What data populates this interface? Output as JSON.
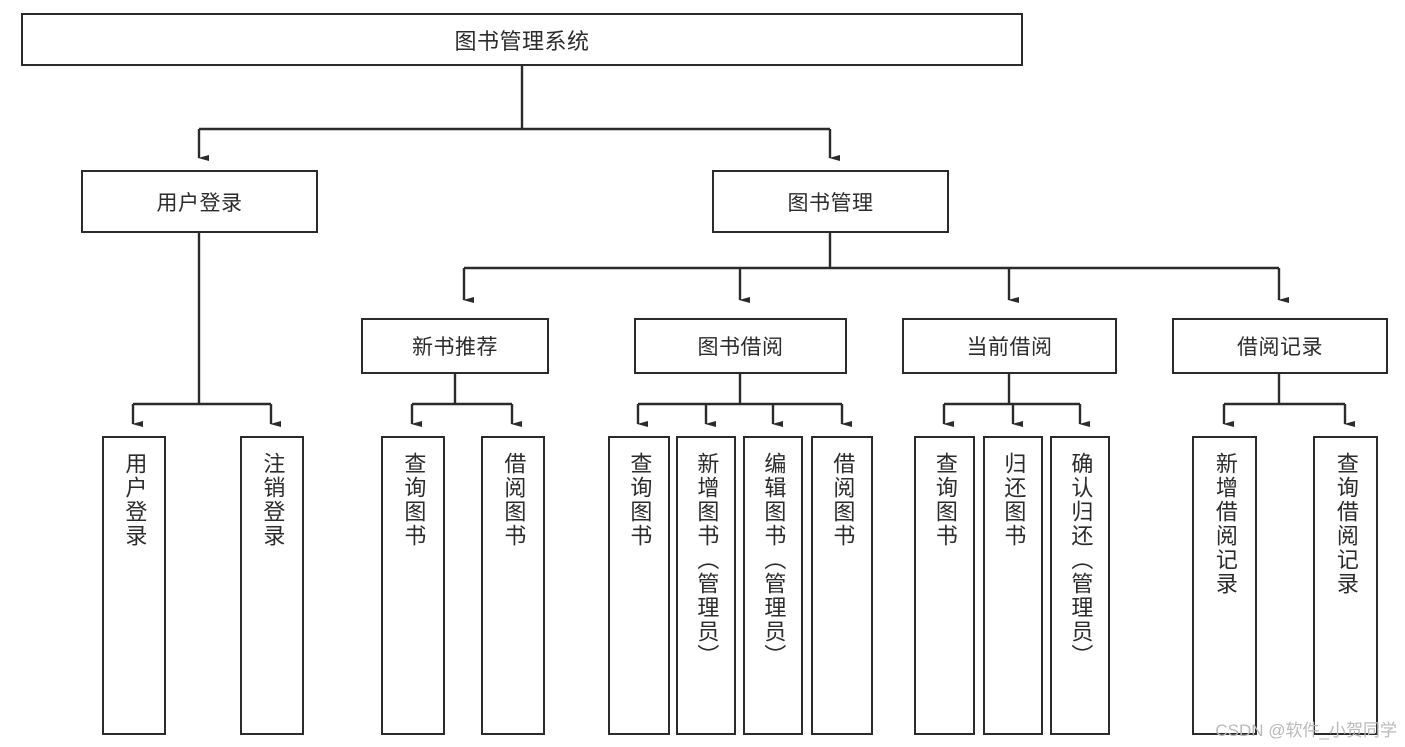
{
  "diagram": {
    "type": "tree-hierarchy",
    "title": "图书管理系统",
    "root": {
      "label": "图书管理系统"
    },
    "level2": [
      {
        "label": "用户登录"
      },
      {
        "label": "图书管理"
      }
    ],
    "level3": [
      {
        "label": "新书推荐"
      },
      {
        "label": "图书借阅"
      },
      {
        "label": "当前借阅"
      },
      {
        "label": "借阅记录"
      }
    ],
    "leaves": {
      "user_login": [
        {
          "label": "用户登录"
        },
        {
          "label": "注销登录"
        }
      ],
      "new_book_rec": [
        {
          "label": "查询图书"
        },
        {
          "label": "借阅图书"
        }
      ],
      "book_borrow": [
        {
          "label": "查询图书"
        },
        {
          "label": "新增图书（管理员）"
        },
        {
          "label": "编辑图书（管理员）"
        },
        {
          "label": "借阅图书"
        }
      ],
      "current_borrow": [
        {
          "label": "查询图书"
        },
        {
          "label": "归还图书"
        },
        {
          "label": "确认归还（管理员）"
        }
      ],
      "borrow_record": [
        {
          "label": "新增借阅记录"
        },
        {
          "label": "查询借阅记录"
        }
      ]
    },
    "watermark": "CSDN @软件_小贺同学",
    "colors": {
      "stroke": "#2b2b2b",
      "background": "#ffffff",
      "text": "#2b2b2b",
      "watermark": "#b9b9b9"
    }
  }
}
